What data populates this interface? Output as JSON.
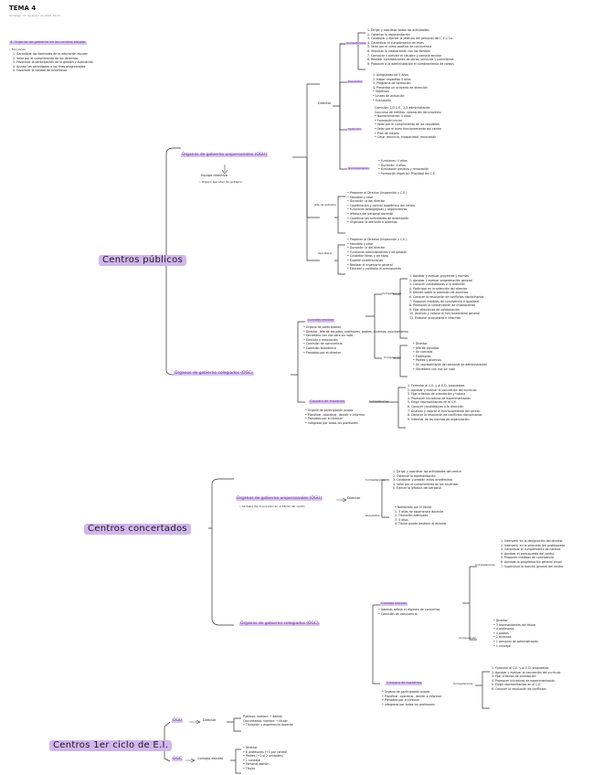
{
  "header": {
    "title": "TEMA 4",
    "date": "domingo, 21 de enero de 2024  20:21"
  },
  "intro": {
    "heading": "4. Órganos de gobierno en los centros escolar",
    "funciones_label": "• Funciones:",
    "funciones": [
      "1. Garantizar las libertades de la educación escolar",
      "2. Velar por el cumplimiento de los derechos",
      "3. Favorecer la participación de la gestión y evaluación",
      "4. Ajustar las actividades a los fines programados",
      "5. Favorecer la calidad de enseñanza"
    ]
  },
  "publicos": {
    "title": "Centros públicos",
    "ogu": "Órganos de gobierno unipersonales (OGU)",
    "equipo": "Equipo directivo",
    "equipo_sub": "• Órgano ejecutivo de gobierno",
    "director": "Director",
    "director_comp_label": "Competencias",
    "director_comp": [
      "1. Dirigir y coordinar todas las actividades",
      "2. Ostentar la representación",
      "3. Colaborar y ejercer la jefatura del personal del C.E y Co.",
      "4. Garantizar el cumplimiento de leyes",
      "5. Velar por el clima positivo de convivencia",
      "6. Impulsar la colaboración con las familias",
      "7. Convocar y presidir el claustro y consejo escolar",
      "8. Realizar contrataciones de obras, servicios y suministros",
      "9. Proponer a la administración el nombramiento de cargos"
    ],
    "director_req_label": "Requisitos",
    "director_req": [
      "1. Antigüedad de 5 años",
      "2. Haber impartido 5 años",
      "3. Programa de formación",
      "4. Presentar un proyecto de dirección",
      "• Objetivos",
      "• Líneas de actuación",
      "• Evaluación"
    ],
    "seleccion_label": "Selección",
    "seleccion": [
      "Comisión: 1/3 C.E., 2/3 administración",
      "Concurso de méritos: valoración del proyecto",
      "• Nombramiento: 4 años",
      "• Formación inicial",
      "• Velar por el cumplimiento de los requisitos",
      "• Velar por el buen funcionamiento del centro",
      "• Plan de mejora",
      "• Cese: renuncia, incapacidad, revocación"
    ],
    "nombramiento_label": "Nombramiento",
    "nombramiento": [
      "• Funciones: 4 años",
      "• Duración: 4 años",
      "• Evaluación positiva y renovación",
      "• Formación especial: Prioridad del C.E."
    ],
    "jefe_label": "Jefe de estudios",
    "jefe": [
      "• Proponer al Director (Inspección y C.E.)",
      "• Mandato y cese",
      "• Duración: la del director",
      "• Coordinación y control académico del centro",
      "• Funciones pedagógicas y organizativas",
      "• Jefatura del personal docente",
      "• Coordinar las actividades de orientación",
      "• Organizar la atención a alumnos"
    ],
    "secretario_label": "Secretario",
    "secretario": [
      "• Proponer al Director (Inspección y C.E.)",
      "• Mandato y cese",
      "• Duración: la del director",
      "• Funciones administrativas y de gestión",
      "• Custodiar libros y archivos",
      "• Expedir certificaciones",
      "• Realizar el inventario general",
      "• Ejecutar y controlar el presupuesto"
    ],
    "ogc": "Órganos de gobierno colegiados (OGC)",
    "consejo": "Consejo escolar",
    "consejo_items": [
      "• Órgano de participación",
      "• Director, Jefe de estudios, profesores, padres, alumnos, ayuntamiento",
      "• Secretario con voz pero sin voto",
      "• Elección y renovación",
      "• Comisión de convivencia",
      "• Comisión económica",
      "• Presidido por el director"
    ],
    "consejo_comp_label": "Competencias",
    "consejo_comp": [
      "1. Aprobar y evaluar proyectos y normas",
      "2. Aprobar y evaluar programación general",
      "3. Conocer candidaturas a la dirección",
      "4. Participar en la selección del director",
      "5. Decidir sobre la admisión de alumnos",
      "6. Conocer la resolución de conflictos disciplinarios",
      "7. Proponer medidas de convivencia e igualdad",
      "8. Promover la conservación de instalaciones",
      "9. Fijar directrices de colaboración",
      "10. Analizar y valorar el funcionamiento general",
      "11. Elaborar propuestas e informes"
    ],
    "consejo_comp2_label": "Composición",
    "consejo_comp2": [
      "• Director",
      "• Jefe de estudios",
      "• Un concejal",
      "• Profesores",
      "• Padres y alumnos",
      "• Un representante del personal de administración",
      "• Secretario con voz sin voto"
    ],
    "claustro": "Claustro de maestros",
    "claustro_items": [
      "• Órgano de participación propio",
      "• Planificar, coordinar, decidir e informar",
      "• Presidido por el director",
      "• Integrado por todos los profesores"
    ],
    "claustro_comp_label": "Competencias",
    "claustro_comp": [
      "1. Formular al C.E. y al E.D. propuestas",
      "2. Aprobar y evaluar la concreción del currículo",
      "3. Fijar criterios de orientación y tutoría",
      "4. Promover iniciativas de experimentación",
      "5. Elegir representantes en el C.E.",
      "6. Conocer candidaturas a la dirección",
      "7. Analizar y valorar el funcionamiento del centro",
      "8. Conocer la resolución de conflictos disciplinarios",
      "9. Informar de las normas de organización"
    ]
  },
  "concertados": {
    "title": "Centros concertados",
    "ogu": "Órganos de gobierno unipersonales (OGU)",
    "director": "Director",
    "ogu_note": "• Se debe dar lo previsto en el titular del centro",
    "director_comp_label": "Competencias",
    "director_comp": [
      "1. Dirigir y coordinar las actividades del centro",
      "2. Ostentar la representación",
      "3. Colaborar y presidir actos académicos",
      "4. Velar por el cumplimiento de los acuerdos",
      "5. Ejercer la jefatura del personal"
    ],
    "requisitos_label": "Requisitos",
    "requisitos": [
      "• Nombrado por el titular",
      "1. 3 años de experiencia docente",
      "2. Titulación adecuada",
      "3. 3 años",
      "4. Titular puede destituir al director"
    ],
    "ogc": "Órganos de gobierno colegiados (OGC)",
    "consejo": "Consejo escolar",
    "consejo_items": [
      "• Además refleja el régimen de conciertos",
      "• Comisión de convivencia"
    ],
    "consejo_comp_label": "Competencias",
    "consejo_comp": [
      "1. Intervenir en la designación del director",
      "2. Intervenir en la selección del profesorado",
      "3. Garantizar el cumplimiento de normas",
      "4. Aprobar el presupuesto del centro",
      "5. Proponer medidas de convivencia",
      "6. Aprobar la programación general anual",
      "7. Supervisar la marcha general del centro"
    ],
    "consejo_comp2_label": "Composición",
    "consejo_comp2": [
      "• Director",
      "• 3 representantes del titular",
      "• 4 profesores",
      "• 4 padres",
      "• 2 alumnos",
      "• 1 personal de administración",
      "• 1 concejal"
    ],
    "claustro": "Claustro de maestros",
    "claustro_items": [
      "• Órgano de participación propio",
      "• Planificar, coordinar, decidir e informar",
      "• Presidido por el director",
      "• Integrado por todos los profesores"
    ],
    "claustro_comp_label": "Competencias",
    "claustro_comp": [
      "1. Formular al C.E. y al E.D. propuestas",
      "2. Aprobar y evaluar la concreción del currículo",
      "3. Fijar criterios de orientación",
      "4. Promover iniciativas de experimentación",
      "5. Elegir representantes en el C.E.",
      "6. Conocer la resolución de conflictos"
    ]
  },
  "primer_ciclo": {
    "title": "Centros 1er ciclo de E.I.",
    "ogu": "OGU",
    "director": "Director",
    "director_items": [
      "Públicos: nombra → admón",
      "Concertados: nombra → titular",
      "• Titulación y experiencia docente"
    ],
    "ogc": "OGC",
    "consejo": "Consejo escolar",
    "consejo_items": [
      "• Director",
      "• 6 profesores (+3 por centro)",
      "• Padres (+2 si 2 unidades)",
      "• 1 concejal",
      "• Personal admón",
      "• Titular"
    ]
  }
}
